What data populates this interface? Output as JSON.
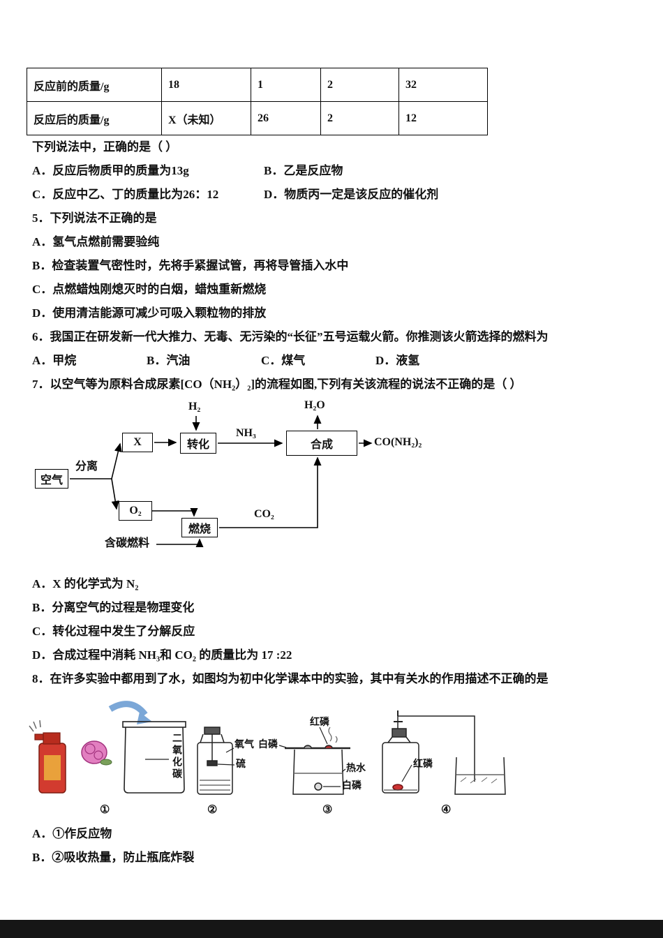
{
  "table": {
    "row1": [
      "反应前的质量/g",
      "18",
      "1",
      "2",
      "32"
    ],
    "row2": [
      "反应后的质量/g",
      "X（未知）",
      "26",
      "2",
      "12"
    ]
  },
  "q4": {
    "stem": "下列说法中，正确的是（     ）",
    "optA": "A．反应后物质甲的质量为13g",
    "optB": "B．乙是反应物",
    "optC": "C．反应中乙、丁的质量比为26：12",
    "optD": "D．物质丙一定是该反应的催化剂"
  },
  "q5": {
    "stem": "5．下列说法不正确的是",
    "optA": "A．氢气点燃前需要验纯",
    "optB": "B．检查装置气密性时，先将手紧握试管，再将导管插入水中",
    "optC": "C．点燃蜡烛刚熄灭时的白烟，蜡烛重新燃烧",
    "optD": "D．使用清洁能源可减少可吸入颗粒物的排放"
  },
  "q6": {
    "stem": "6．我国正在研发新一代大推力、无毒、无污染的“长征”五号运载火箭。你推测该火箭选择的燃料为",
    "optA": "A．甲烷",
    "optB": "B．汽油",
    "optC": "C．煤气",
    "optD": "D．液氢"
  },
  "q7": {
    "stem": "7．以空气等为原料合成尿素[CO（NH₂）₂]的流程如图,下列有关该流程的说法不正确的是（      ）",
    "diagram": {
      "air": "空气",
      "separate": "分离",
      "x": "X",
      "convert": "转化",
      "synth": "合成",
      "o2": "O₂",
      "burn": "燃烧",
      "h2": "H₂",
      "h2o": "H₂O",
      "nh3": "NH₃",
      "co2": "CO₂",
      "urea": "CO(NH₂)₂",
      "fuel": "含碳燃料"
    },
    "optA": "A．X 的化学式为 N₂",
    "optB": "B．分离空气的过程是物理变化",
    "optC": "C．转化过程中发生了分解反应",
    "optD": "D．合成过程中消耗 NH₃和 CO₂ 的质量比为 17 :22"
  },
  "q8": {
    "stem": "8．在许多实验中都用到了水，如图均为初中化学课本中的实验，其中有关水的作用描述不正确的是",
    "figures": {
      "num1": "①",
      "num2": "②",
      "num3": "③",
      "num4": "④",
      "co2_jar": "二氧化碳",
      "oxygen": "氧气",
      "sulfur": "硫",
      "white_p_left": "白磷",
      "red_p_top": "红磷",
      "hot_water": "热水",
      "white_p_right": "白磷",
      "red_p_fig4": "红磷"
    },
    "optA": "A．①作反应物",
    "optB": "B．②吸收热量，防止瓶底炸裂"
  }
}
